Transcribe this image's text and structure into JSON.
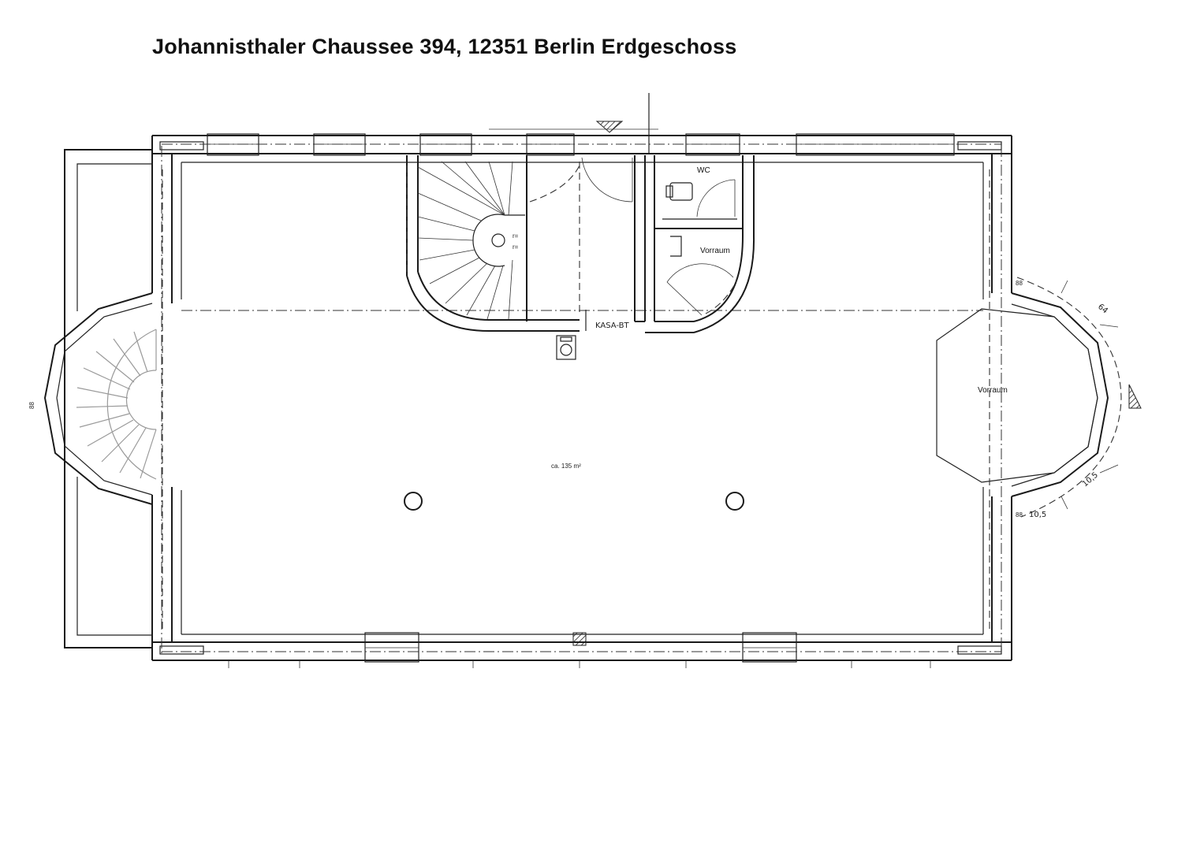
{
  "title": "Johannisthaler Chaussee 394, 12351 Berlin Erdgeschoss",
  "rooms": {
    "wc": "WC",
    "vorraum_inner": "Vorraum",
    "vorraum_bay": "Vorraum",
    "main_area": "ca. 135 m²",
    "kasa": "KASA-BT"
  },
  "dimensions": {
    "bay_dim_1": "88",
    "bay_dim_2": "88",
    "bay_dim_3": "10,5",
    "bay_dim_4": "10,5",
    "bay_dim_5": "64",
    "stair_note_1": "r=",
    "stair_note_2": "r="
  }
}
